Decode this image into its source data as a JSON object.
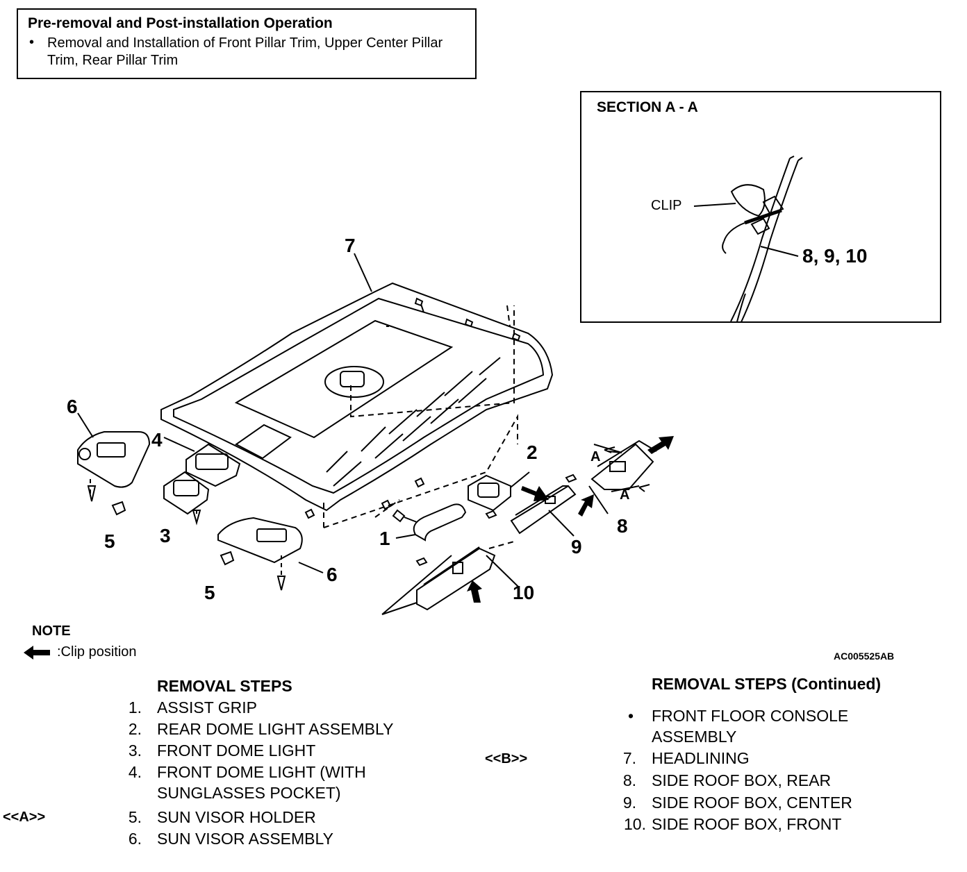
{
  "pre_removal": {
    "title": "Pre-removal and Post-installation Operation",
    "bullet": "•",
    "item": "Removal and Installation of Front Pillar Trim, Upper Center Pillar Trim, Rear Pillar Trim"
  },
  "section": {
    "title": "SECTION A - A",
    "clip_label": "CLIP",
    "parts_label": "8, 9, 10"
  },
  "callouts": {
    "c1": "1",
    "c2": "2",
    "c3": "3",
    "c4": "4",
    "c5a": "5",
    "c5b": "5",
    "c6a": "6",
    "c6b": "6",
    "c7": "7",
    "c8": "8",
    "c9": "9",
    "c10": "10",
    "a_top": "A",
    "a_bottom": "A"
  },
  "note": {
    "title": "NOTE",
    "text": ":Clip position"
  },
  "image_code": "AC005525AB",
  "removal_steps": {
    "title": "REMOVAL STEPS",
    "items": [
      {
        "num": "1.",
        "text": "ASSIST GRIP"
      },
      {
        "num": "2.",
        "text": "REAR DOME LIGHT ASSEMBLY"
      },
      {
        "num": "3.",
        "text": "FRONT DOME LIGHT"
      },
      {
        "num": "4.",
        "text": "FRONT DOME LIGHT (WITH"
      },
      {
        "num": "",
        "text": "SUNGLASSES POCKET)"
      },
      {
        "num": "5.",
        "text": "SUN VISOR HOLDER"
      },
      {
        "num": "6.",
        "text": "SUN VISOR ASSEMBLY"
      }
    ],
    "ref_a": "<<A>>"
  },
  "removal_steps_continued": {
    "title": "REMOVAL STEPS (Continued)",
    "items": [
      {
        "num": "•",
        "text": "FRONT FLOOR CONSOLE"
      },
      {
        "num": "",
        "text": "ASSEMBLY"
      },
      {
        "num": "7.",
        "text": "HEADLINING"
      },
      {
        "num": "8.",
        "text": "SIDE ROOF BOX, REAR"
      },
      {
        "num": "9.",
        "text": "SIDE ROOF BOX, CENTER"
      },
      {
        "num": "10.",
        "text": "SIDE ROOF BOX, FRONT"
      }
    ],
    "ref_b": "<<B>>"
  }
}
